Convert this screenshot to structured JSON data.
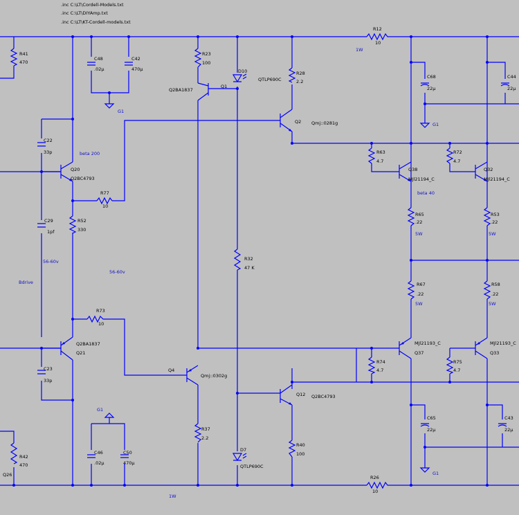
{
  "directives": [
    ".inc C:\\LT\\Cordell-Models.txt",
    ".inc C:\\LT\\DIYAmp.txt",
    ".inc C:\\LT\\KT-Cordell-models.txt"
  ],
  "colors": {
    "wire": "#0000ff",
    "background": "#c0c0c0",
    "note": "#1010c8"
  },
  "notes": [
    "1W",
    "beta 200",
    "56-60v",
    "56-60v",
    "Bdrive",
    "beta 40",
    "5W",
    "5W",
    "5W",
    "5W",
    "1W"
  ],
  "grounds": [
    "G1",
    "G1",
    "G1",
    "G1"
  ],
  "components": {
    "R41": {
      "name": "R41",
      "value": "470"
    },
    "R12": {
      "name": "R12",
      "value": "10"
    },
    "C48": {
      "name": "C48",
      "value": ".02µ"
    },
    "C42": {
      "name": "C42",
      "value": "470µ"
    },
    "R23": {
      "name": "R23",
      "value": "100"
    },
    "D10": {
      "name": "D10",
      "value": ""
    },
    "R28": {
      "name": "R28",
      "value": "2.2"
    },
    "C68": {
      "name": "C68",
      "value": "22µ"
    },
    "C44": {
      "name": "C44",
      "value": "22µ"
    },
    "Q1": {
      "name": "Q1",
      "model": "Q2BA1837"
    },
    "Q1D": {
      "name": "",
      "model": "QTLP690C"
    },
    "Q2": {
      "name": "Q2",
      "model": "Qmj::0281g"
    },
    "C22": {
      "name": "C22",
      "value": "33p"
    },
    "Q20": {
      "name": "Q20",
      "model": "Q2BC4793"
    },
    "R63": {
      "name": "R63",
      "value": "4.7"
    },
    "R72": {
      "name": "R72",
      "value": "4.7"
    },
    "Q38": {
      "name": "Q38",
      "model": "MJl21194_C"
    },
    "Q32": {
      "name": "Q32",
      "model": "MJl21194_C"
    },
    "R77": {
      "name": "R77",
      "value": "10"
    },
    "C29": {
      "name": "C29",
      "value": "1pf"
    },
    "R52": {
      "name": "R52",
      "value": "330"
    },
    "R65": {
      "name": "R65",
      "value": ".22"
    },
    "R53": {
      "name": "R53",
      "value": ".22"
    },
    "R32": {
      "name": "R32",
      "value": "47 K"
    },
    "R67": {
      "name": "R67",
      "value": ".22"
    },
    "R58": {
      "name": "R58",
      "value": ".22"
    },
    "R73": {
      "name": "R73",
      "value": "10"
    },
    "Q21": {
      "name": "Q21",
      "model": "Q2BA1837"
    },
    "Q37": {
      "name": "Q37",
      "model": "MJl21193_C"
    },
    "Q33": {
      "name": "Q33",
      "model": "MJl21193_C"
    },
    "R74": {
      "name": "R74",
      "value": "4.7"
    },
    "R75": {
      "name": "R75",
      "value": "4.7"
    },
    "C23": {
      "name": "C23",
      "value": "33p"
    },
    "Q4": {
      "name": "Q4",
      "model": "Qmj::0302g"
    },
    "Q12": {
      "name": "Q12",
      "model": "Q2BC4793"
    },
    "C65": {
      "name": "C65",
      "value": "22µ"
    },
    "C43": {
      "name": "C43",
      "value": "22µ"
    },
    "R42": {
      "name": "R42",
      "value": "470"
    },
    "Q26": {
      "name": "Q26",
      "model": ""
    },
    "C46": {
      "name": "C46",
      "value": ".02µ"
    },
    "C50": {
      "name": "C50",
      "value": "470µ"
    },
    "R37": {
      "name": "R37",
      "value": "2.2"
    },
    "D7": {
      "name": "D7",
      "value": "QTLP690C"
    },
    "R40": {
      "name": "R40",
      "value": "100"
    },
    "R26": {
      "name": "R26",
      "value": "10"
    }
  }
}
